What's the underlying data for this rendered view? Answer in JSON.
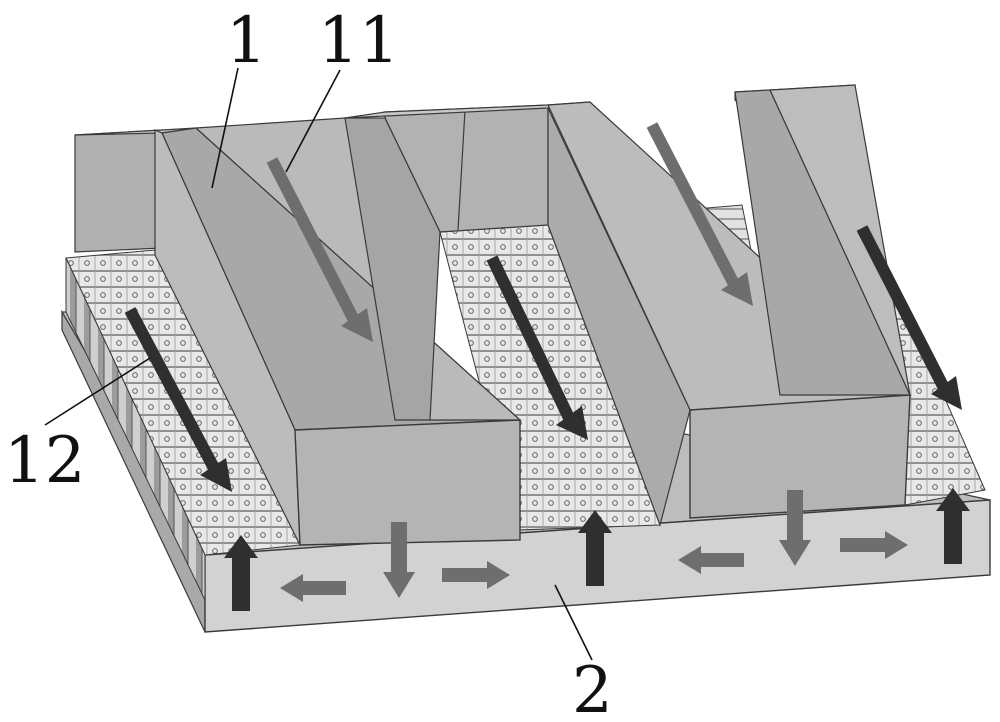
{
  "labels": {
    "part_1": "1",
    "part_11": "11",
    "part_12": "12",
    "part_2": "2"
  },
  "colors": {
    "background": "#ffffff",
    "duct_front": "#b4b4b4",
    "duct_side": "#a6a6a6",
    "duct_top": "#c9c9c9",
    "fin": "#e6e6e6",
    "base_front": "#d2d2d2",
    "base_top": "#bdbdbd",
    "arrow_dark": "#2f2f2f",
    "arrow_mid": "#6e6e6e",
    "outline": "#3a3a3a"
  }
}
